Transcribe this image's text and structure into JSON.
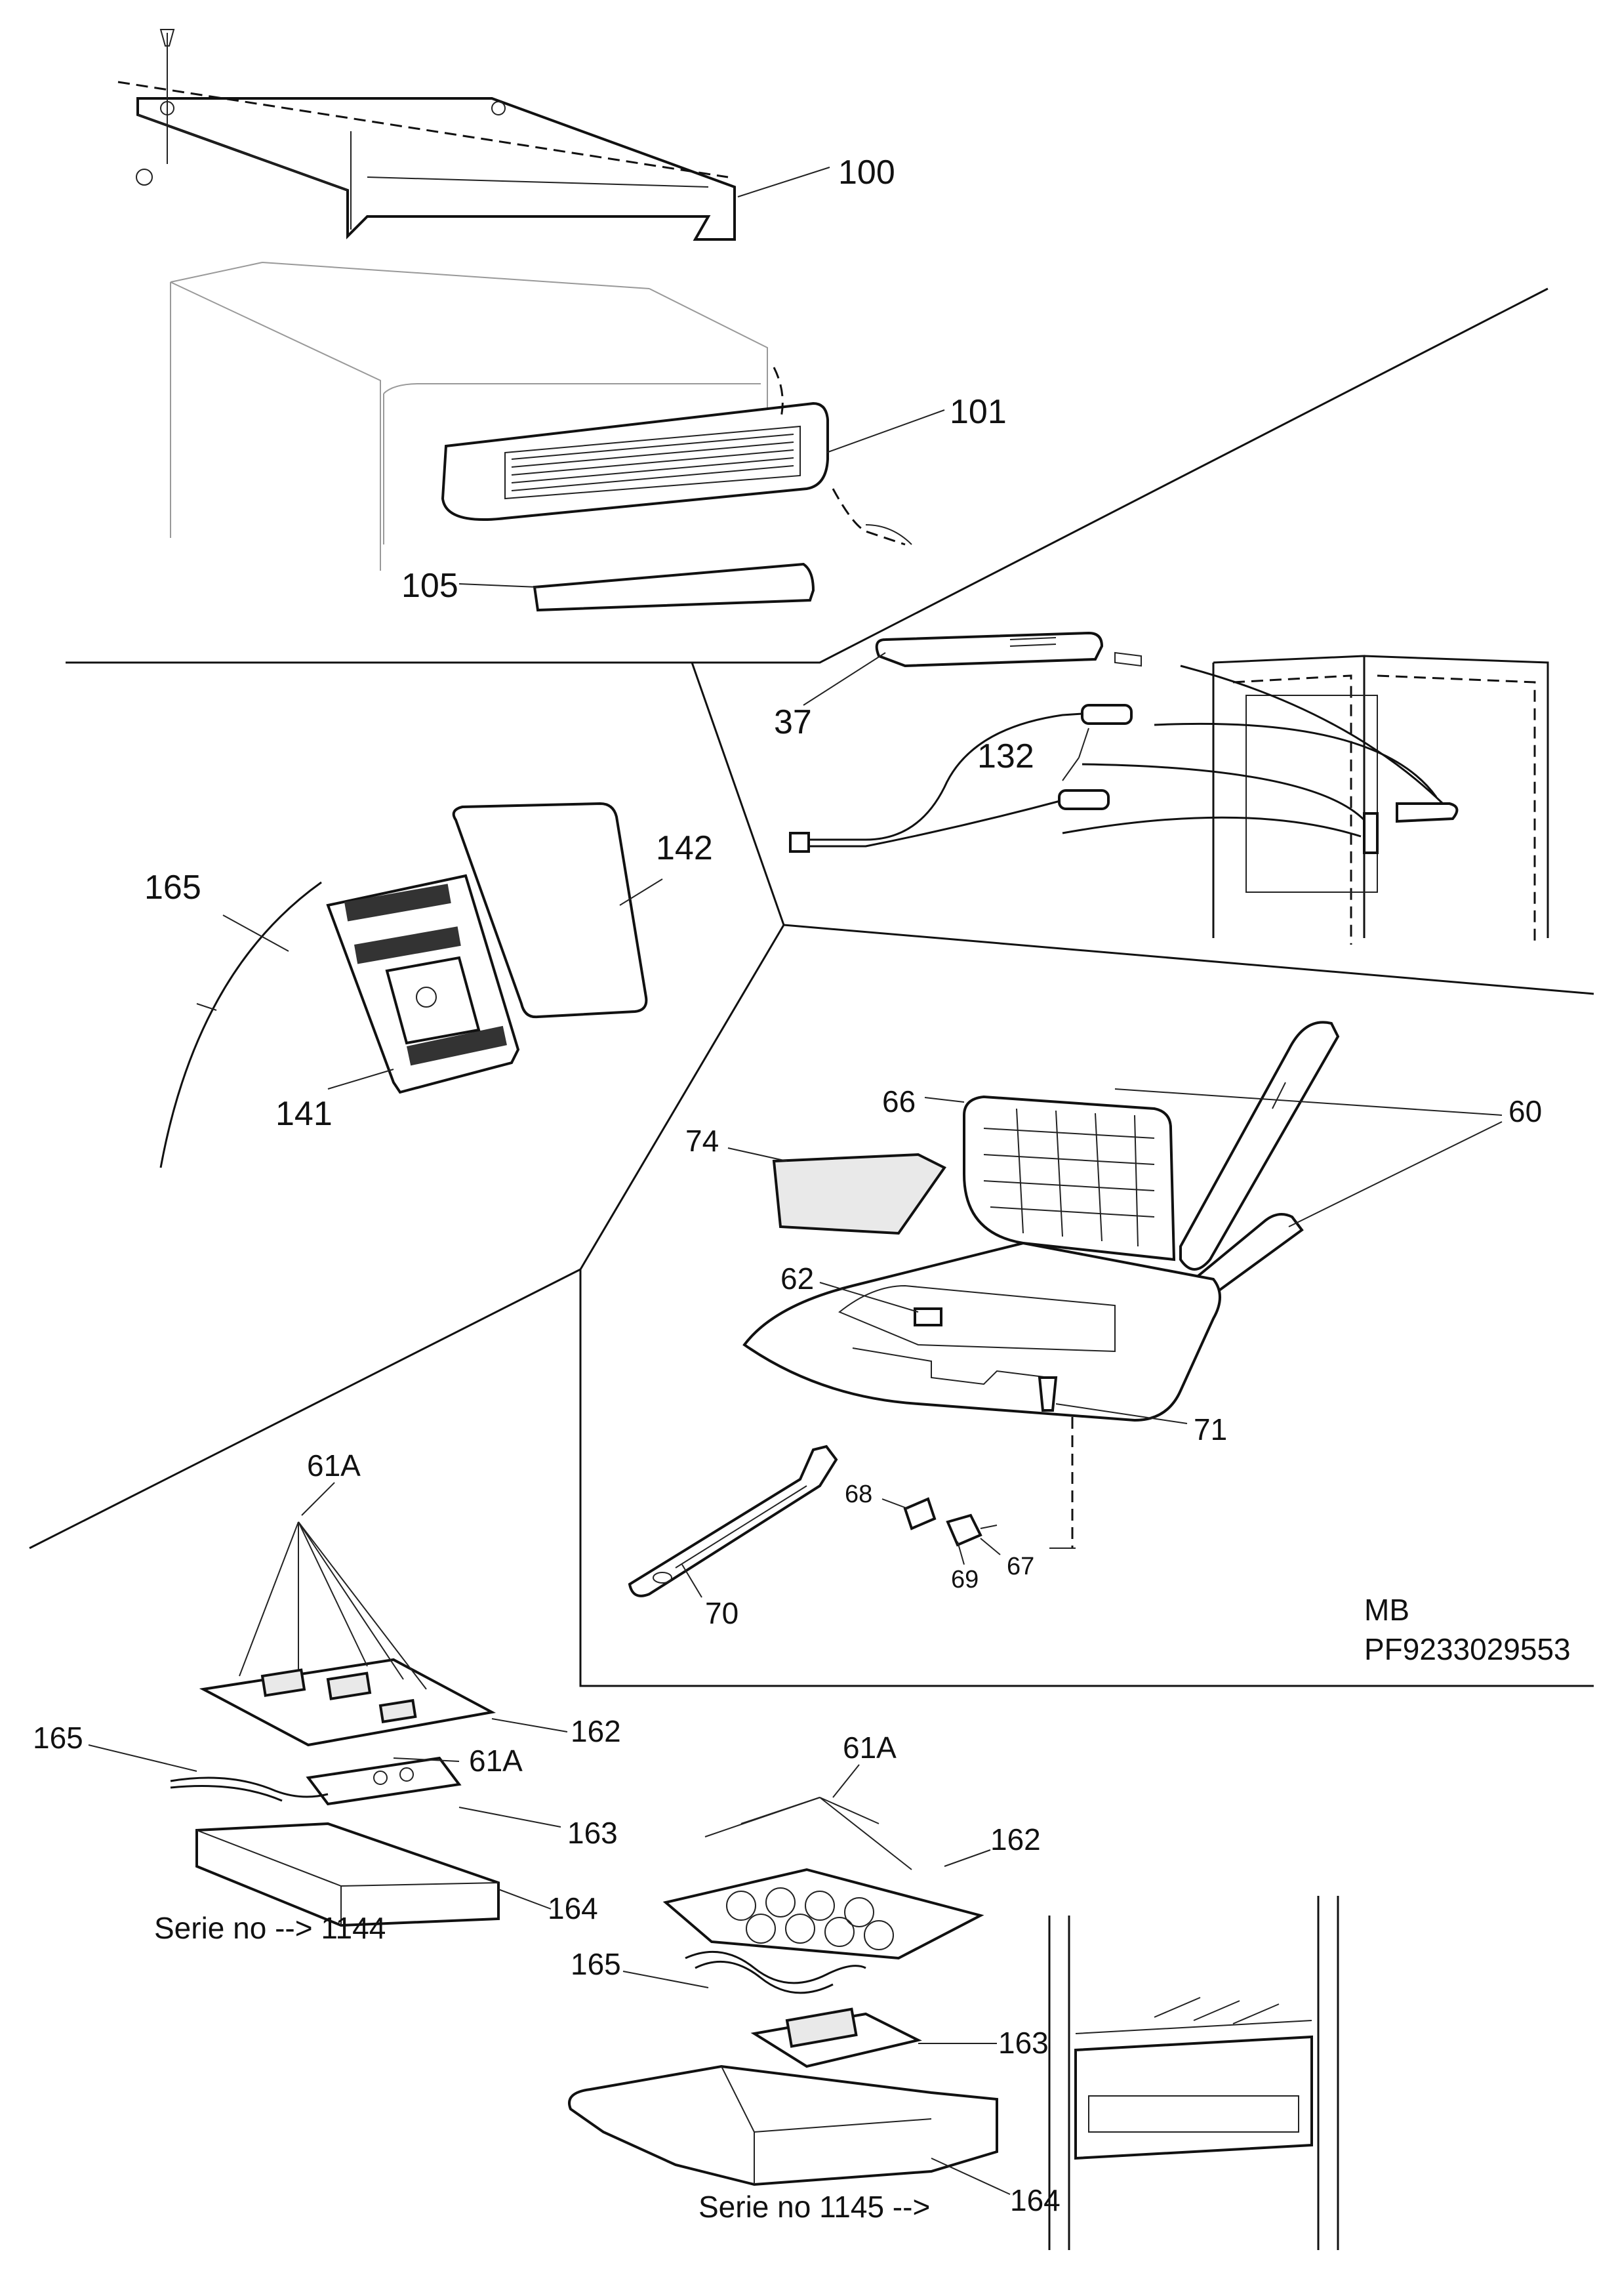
{
  "callouts": {
    "c100": "100",
    "c101": "101",
    "c105": "105",
    "c37": "37",
    "c132": "132",
    "c142": "142",
    "c165a": "165",
    "c141": "141",
    "c66": "66",
    "c60": "60",
    "c74": "74",
    "c62": "62",
    "c71": "71",
    "c68": "68",
    "c69": "69",
    "c67": "67",
    "c70": "70",
    "c61a_top": "61A",
    "c162a": "162",
    "c165b": "165",
    "c61a_mid": "61A",
    "c163a": "163",
    "c164a": "164",
    "c61a_right": "61A",
    "c162b": "162",
    "c165c": "165",
    "c163b": "163",
    "c164b": "164"
  },
  "notes": {
    "model": "MB",
    "part_number": "PF9233029553",
    "serie_old": "Serie no --> 1144",
    "serie_new": "Serie no 1145 -->"
  }
}
